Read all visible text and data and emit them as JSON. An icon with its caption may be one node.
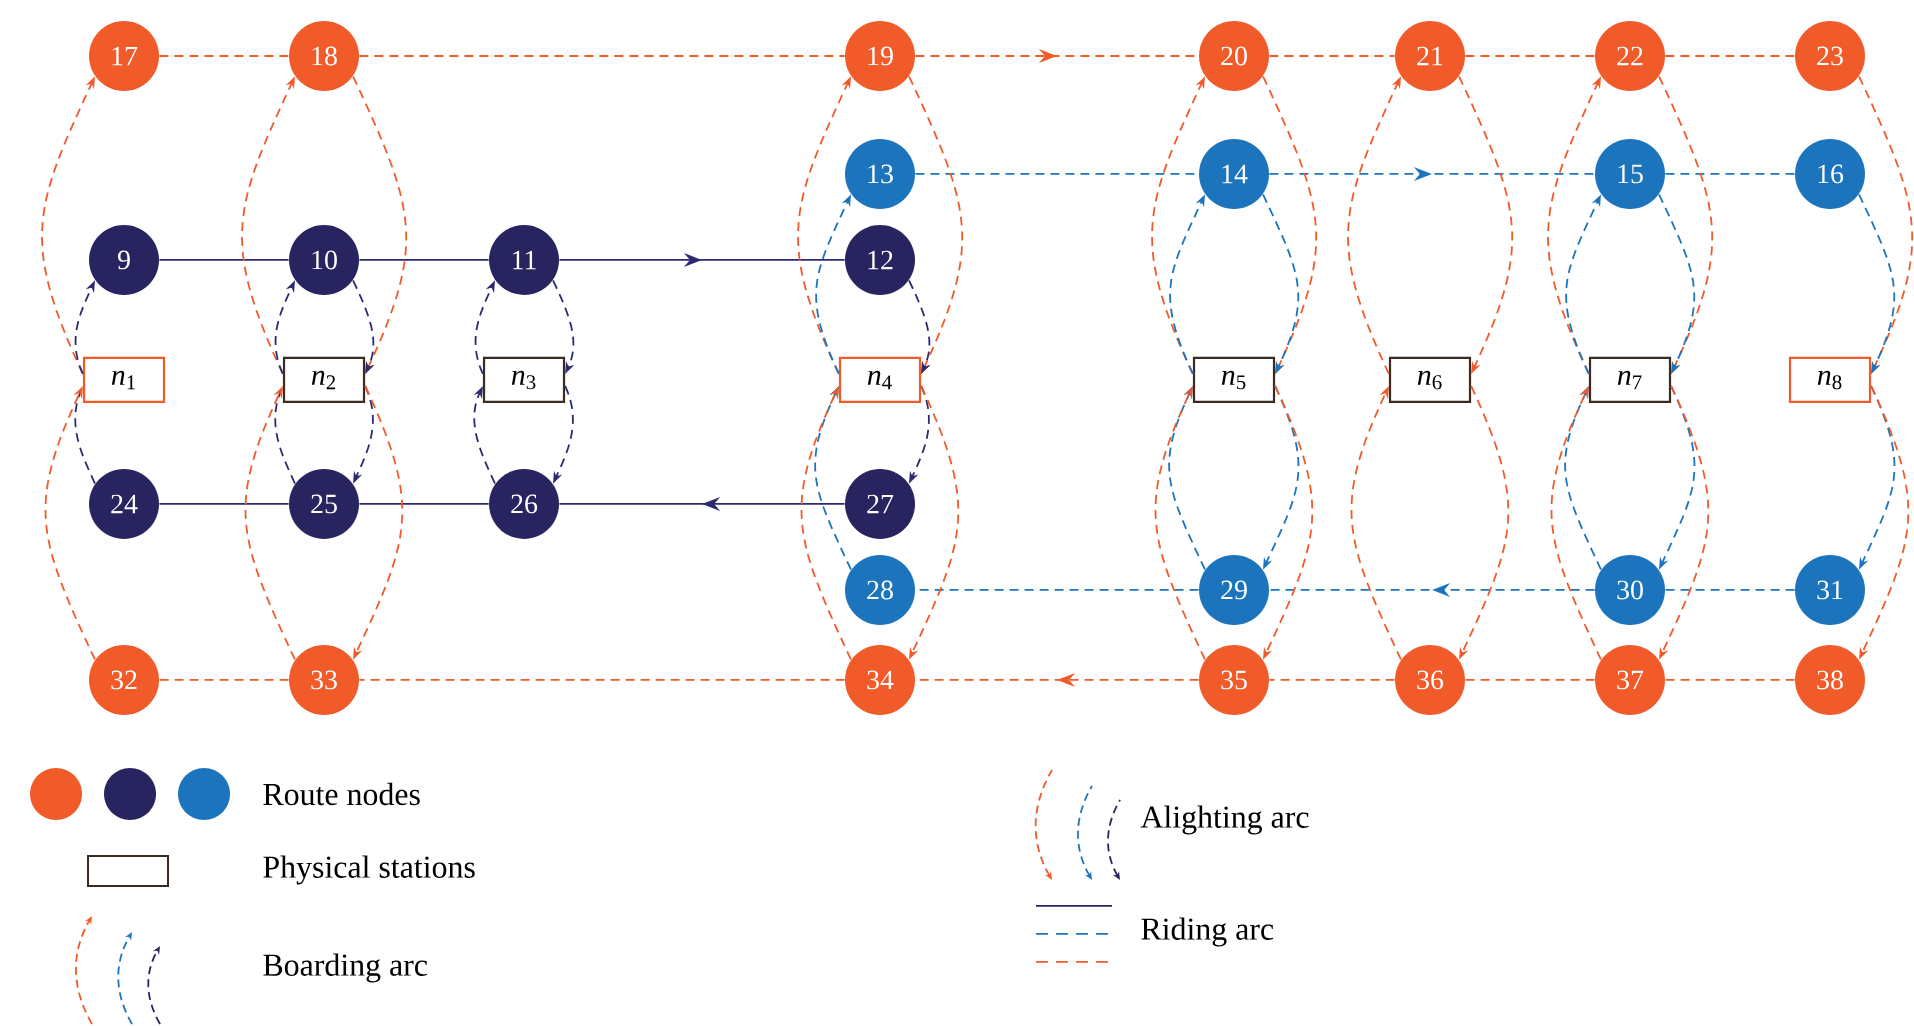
{
  "diagram": {
    "nodes": [
      {
        "text": [
          "*n*$_{1}$"
        ]
      },
      {
        "text": [
          "*n*$_{2}$"
        ]
      },
      {
        "text": [
          "*n*$_{3}$"
        ]
      },
      {
        "text": [
          "*n*$_{4}$"
        ]
      },
      {
        "text": [
          "*n*$_{5}$"
        ]
      },
      {
        "text": [
          "*n*$_{6}$"
        ]
      },
      {
        "text": [
          "*n*$_{7}$"
        ]
      },
      {
        "text": [
          "*n*$_{8}$"
        ]
      },
      {
        "text": [
          "9"
        ]
      },
      {
        "text": [
          "10"
        ]
      },
      {
        "text": [
          "11"
        ]
      },
      {
        "text": [
          "12"
        ]
      },
      {
        "text": [
          "13"
        ]
      },
      {
        "text": [
          "14"
        ]
      },
      {
        "text": [
          "15"
        ]
      },
      {
        "text": [
          "16"
        ]
      },
      {
        "text": [
          "17"
        ]
      },
      {
        "text": [
          "18"
        ]
      },
      {
        "text": [
          "19"
        ]
      },
      {
        "text": [
          "20"
        ]
      },
      {
        "text": [
          "21"
        ]
      },
      {
        "text": [
          "22"
        ]
      },
      {
        "text": [
          "23"
        ]
      },
      {
        "text": [
          "24"
        ]
      },
      {
        "text": [
          "25"
        ]
      },
      {
        "text": [
          "26"
        ]
      },
      {
        "text": [
          "27"
        ]
      },
      {
        "text": [
          "28"
        ]
      },
      {
        "text": [
          "29"
        ]
      },
      {
        "text": [
          "30"
        ]
      },
      {
        "text": [
          "31"
        ]
      },
      {
        "text": [
          "32"
        ]
      },
      {
        "text": [
          "33"
        ]
      },
      {
        "text": [
          "34"
        ]
      },
      {
        "text": [
          "35"
        ]
      },
      {
        "text": [
          "36"
        ]
      },
      {
        "text": [
          "37"
        ]
      },
      {
        "text": [
          "38"
        ]
      }
    ],
    "edges": [
      {
        "from": 8,
        "to": 9,
        "arrow": "none",
        "color": "#2e2a72"
      },
      {
        "from": 9,
        "to": 10,
        "arrow": "none",
        "color": "#2e2a72"
      },
      {
        "from": 10,
        "to": 11,
        "arrow": "to",
        "color": "#2e2a72"
      },
      {
        "from": 26,
        "to": 25,
        "arrow": "to",
        "color": "#2e2a72"
      },
      {
        "from": 25,
        "to": 24,
        "arrow": "none",
        "color": "#2e2a72"
      },
      {
        "from": 24,
        "to": 23,
        "arrow": "none",
        "color": "#2e2a72"
      },
      {
        "from": 12,
        "to": 13,
        "arrow": "none",
        "style": "dashed",
        "color": "#1c75bc"
      },
      {
        "from": 13,
        "to": 14,
        "arrow": "to",
        "style": "dashed",
        "color": "#1c75bc"
      },
      {
        "from": 14,
        "to": 15,
        "arrow": "none",
        "style": "dashed",
        "color": "#1c75bc"
      },
      {
        "from": 30,
        "to": 29,
        "arrow": "none",
        "style": "dashed",
        "color": "#1c75bc"
      },
      {
        "from": 29,
        "to": 28,
        "arrow": "to",
        "style": "dashed",
        "color": "#1c75bc"
      },
      {
        "from": 28,
        "to": 27,
        "arrow": "none",
        "style": "dashed",
        "color": "#1c75bc"
      },
      {
        "from": 16,
        "to": 17,
        "arrow": "none",
        "style": "dashed"
      },
      {
        "from": 17,
        "to": 18,
        "arrow": "none",
        "style": "dashed"
      },
      {
        "from": 18,
        "to": 19,
        "arrow": "to",
        "style": "dashed"
      },
      {
        "from": 19,
        "to": 20,
        "arrow": "none",
        "style": "dashed"
      },
      {
        "from": 20,
        "to": 21,
        "arrow": "none",
        "style": "dashed"
      },
      {
        "from": 21,
        "to": 22,
        "arrow": "none",
        "style": "dashed"
      },
      {
        "from": 37,
        "to": 36,
        "arrow": "none",
        "style": "dashed"
      },
      {
        "from": 36,
        "to": 35,
        "arrow": "none",
        "style": "dashed"
      },
      {
        "from": 35,
        "to": 34,
        "arrow": "none",
        "style": "dashed"
      },
      {
        "from": 34,
        "to": 33,
        "arrow": "to",
        "style": "dashed"
      },
      {
        "from": 33,
        "to": 32,
        "arrow": "none",
        "style": "dashed"
      },
      {
        "from": 32,
        "to": 31,
        "arrow": "none",
        "style": "dashed"
      },
      {
        "from": 0,
        "to": 16,
        "arrow": "to",
        "style": "dashed"
      },
      {
        "from": 0,
        "to": 8,
        "arrow": "to",
        "style": "dashed",
        "color": "#2e2a72"
      },
      {
        "from": 23,
        "to": 0,
        "arrow": "none",
        "style": "dashed",
        "color": "#2e2a72"
      },
      {
        "from": 31,
        "to": 0,
        "arrow": "to",
        "style": "dashed"
      },
      {
        "from": 1,
        "to": 17,
        "arrow": "to",
        "style": "dashed"
      },
      {
        "from": 17,
        "to": 1,
        "arrow": "to",
        "style": "dashed"
      },
      {
        "from": 1,
        "to": 9,
        "arrow": "to",
        "style": "dashed",
        "color": "#2e2a72"
      },
      {
        "from": 9,
        "to": 1,
        "arrow": "to",
        "style": "dashed",
        "color": "#2e2a72"
      },
      {
        "from": 24,
        "to": 1,
        "arrow": "none",
        "style": "dashed",
        "color": "#2e2a72"
      },
      {
        "from": 1,
        "to": 24,
        "arrow": "to",
        "style": "dashed",
        "color": "#2e2a72"
      },
      {
        "from": 32,
        "to": 1,
        "arrow": "to",
        "style": "dashed"
      },
      {
        "from": 1,
        "to": 32,
        "arrow": "to",
        "style": "dashed"
      },
      {
        "from": 2,
        "to": 10,
        "arrow": "to",
        "style": "dashed",
        "color": "#2e2a72"
      },
      {
        "from": 10,
        "to": 2,
        "arrow": "to",
        "style": "dashed",
        "color": "#2e2a72"
      },
      {
        "from": 25,
        "to": 2,
        "arrow": "to",
        "style": "dashed",
        "color": "#2e2a72"
      },
      {
        "from": 2,
        "to": 25,
        "arrow": "to",
        "style": "dashed",
        "color": "#2e2a72"
      },
      {
        "from": 3,
        "to": 18,
        "arrow": "to",
        "style": "dashed"
      },
      {
        "from": 18,
        "to": 3,
        "arrow": "to",
        "style": "dashed"
      },
      {
        "from": 3,
        "to": 12,
        "arrow": "to",
        "style": "dashed",
        "color": "#1c75bc"
      },
      {
        "from": 11,
        "to": 3,
        "arrow": "to",
        "style": "dashed",
        "color": "#2e2a72"
      },
      {
        "from": 3,
        "to": 26,
        "arrow": "to",
        "style": "dashed",
        "color": "#2e2a72"
      },
      {
        "from": 27,
        "to": 3,
        "arrow": "to",
        "style": "dashed",
        "color": "#1c75bc"
      },
      {
        "from": 33,
        "to": 3,
        "arrow": "to",
        "style": "dashed"
      },
      {
        "from": 3,
        "to": 33,
        "arrow": "to",
        "style": "dashed"
      },
      {
        "from": 4,
        "to": 19,
        "arrow": "to",
        "style": "dashed"
      },
      {
        "from": 19,
        "to": 4,
        "arrow": "to",
        "style": "dashed"
      },
      {
        "from": 4,
        "to": 13,
        "arrow": "to",
        "style": "dashed",
        "color": "#1c75bc"
      },
      {
        "from": 13,
        "to": 4,
        "arrow": "to",
        "style": "dashed",
        "color": "#1c75bc"
      },
      {
        "from": 28,
        "to": 4,
        "arrow": "to",
        "style": "dashed",
        "color": "#1c75bc"
      },
      {
        "from": 4,
        "to": 28,
        "arrow": "to",
        "style": "dashed",
        "color": "#1c75bc"
      },
      {
        "from": 34,
        "to": 4,
        "arrow": "to",
        "style": "dashed"
      },
      {
        "from": 4,
        "to": 34,
        "arrow": "to",
        "style": "dashed"
      },
      {
        "from": 5,
        "to": 20,
        "arrow": "to",
        "style": "dashed"
      },
      {
        "from": 20,
        "to": 5,
        "arrow": "to",
        "style": "dashed"
      },
      {
        "from": 35,
        "to": 5,
        "arrow": "to",
        "style": "dashed"
      },
      {
        "from": 5,
        "to": 35,
        "arrow": "to",
        "style": "dashed"
      },
      {
        "from": 6,
        "to": 21,
        "arrow": "to",
        "style": "dashed"
      },
      {
        "from": 21,
        "to": 6,
        "arrow": "to",
        "style": "dashed"
      },
      {
        "from": 6,
        "to": 14,
        "arrow": "to",
        "style": "dashed",
        "color": "#1c75bc"
      },
      {
        "from": 14,
        "to": 6,
        "arrow": "to",
        "style": "dashed",
        "color": "#1c75bc"
      },
      {
        "from": 29,
        "to": 6,
        "arrow": "to",
        "style": "dashed",
        "color": "#1c75bc"
      },
      {
        "from": 6,
        "to": 29,
        "arrow": "to",
        "style": "dashed",
        "color": "#1c75bc"
      },
      {
        "from": 36,
        "to": 6,
        "arrow": "to",
        "style": "dashed"
      },
      {
        "from": 6,
        "to": 36,
        "arrow": "to",
        "style": "dashed"
      },
      {
        "from": 22,
        "to": 7,
        "arrow": "to",
        "style": "dashed"
      },
      {
        "from": 15,
        "to": 7,
        "arrow": "to",
        "style": "dashed",
        "color": "#1c75bc"
      },
      {
        "from": 7,
        "to": 30,
        "arrow": "to",
        "style": "dashed",
        "color": "#1c75bc"
      },
      {
        "from": 7,
        "to": 37,
        "arrow": "to",
        "style": "dashed"
      }
    ],
    "legend": [
      {
        "text": "Route nodes"
      },
      {
        "text": "Physical stations"
      },
      {
        "text": "Boarding arc"
      },
      {
        "text": "Alighting arc"
      },
      {
        "text": "Riding arc"
      }
    ]
  }
}
